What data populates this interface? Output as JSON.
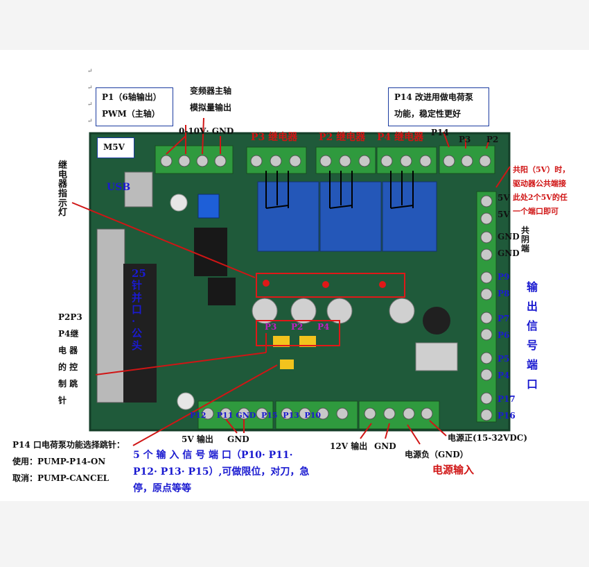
{
  "labels": {
    "p1_line1": "P1（6轴输出）",
    "p1_line2": "PWM（主轴）",
    "vfd_line1": "变频器主轴",
    "vfd_line2": "模拟量输出",
    "analog_terminal": "0-10V· GND",
    "m5v": "M5V",
    "usb": "USB",
    "p14_note_line1": "P14 改进用做电荷泵",
    "p14_note_line2": "功能，稳定性更好",
    "p14": "P14",
    "p3": "P3",
    "p2": "P2",
    "relay_p3": "P3 继电器",
    "relay_p2": "P2 继电器",
    "relay_p4": "P4 继电器",
    "relay_indicator": "继电器指示灯",
    "parallel_port": "25针并口·公头",
    "common_anode_note_1": "共阳（5V）时，",
    "common_anode_note_2": "驱动器公共端接",
    "common_anode_note_3": "此处2个5V的任",
    "common_anode_note_4": "一个端口即可",
    "right_pins": [
      "5V",
      "5V",
      "GND",
      "GND",
      "P9",
      "P8",
      "P7",
      "P6",
      "P5",
      "P4",
      "P17",
      "P16"
    ],
    "common_terminal": "共阴端",
    "output_signal_port": "输出信号端口",
    "jumper_note": [
      "P2P3",
      "P4继",
      "电  器",
      "的  控",
      "制  跳",
      "针"
    ],
    "jumper_p3": "P3",
    "jumper_p2": "P2",
    "jumper_p4": "P4",
    "bottom_pins": "P12    P11 GND  P15  P13  P10",
    "out_5v": "5V 输出",
    "gnd_1": "GND",
    "out_12v": "12V 输出",
    "gnd_2": "GND",
    "power_positive": "电源正(15-32VDC)",
    "power_negative": "电源负（GND）",
    "power_input": "电源输入",
    "pump_note_title": "P14 口电荷泵功能选择跳针：",
    "pump_use": "使用：PUMP-P14-ON",
    "pump_cancel": "取消：PUMP-CANCEL",
    "input_port_line1": "5 个 输 入 信 号 端 口（P10· P11·",
    "input_port_line2": "P12· P13· P15）,可做限位，对刀，急",
    "input_port_line3": "停，原点等等"
  },
  "colors": {
    "pcb": "#1f5a3a",
    "terminal": "#2f9a3e",
    "relay": "#2457b8",
    "annotation_red": "#d01515",
    "annotation_blue": "#1a1ad0"
  }
}
